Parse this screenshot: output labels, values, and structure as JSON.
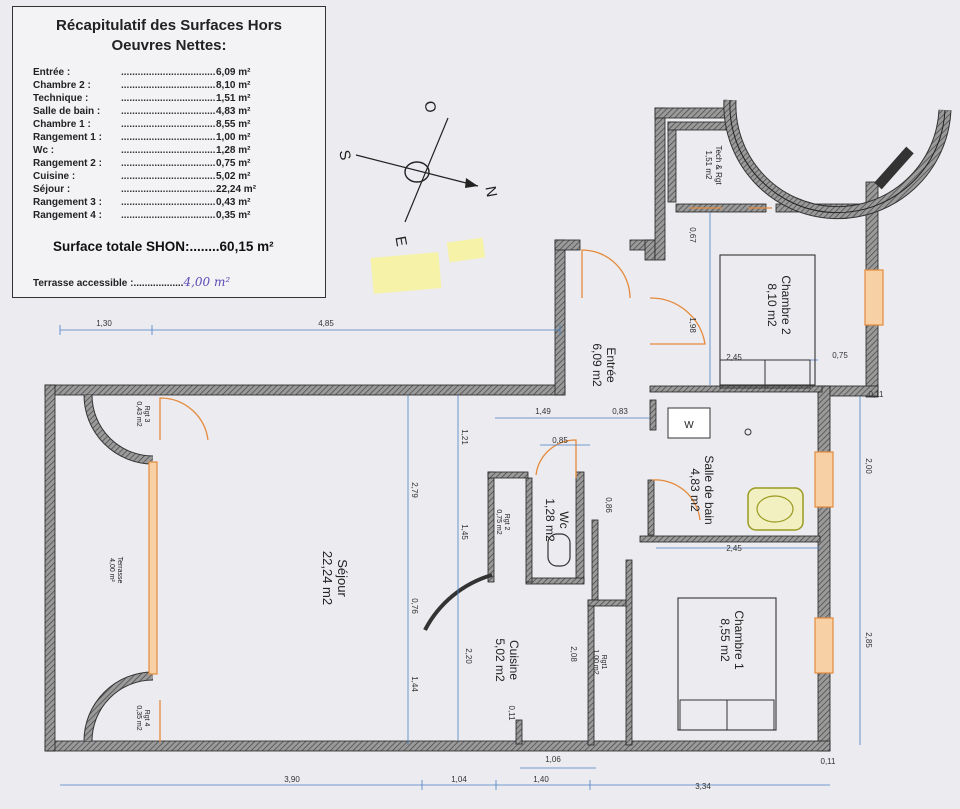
{
  "summary": {
    "title_line1": "Récapitulatif des Surfaces Hors",
    "title_line2": "Oeuvres Nettes:",
    "rows": [
      {
        "label": "Entrée :",
        "value": "6,09 m²"
      },
      {
        "label": "Chambre 2 :",
        "value": "8,10 m²"
      },
      {
        "label": "Technique :",
        "value": "1,51 m²"
      },
      {
        "label": "Salle de bain :",
        "value": "4,83 m²"
      },
      {
        "label": "Chambre 1 :",
        "value": "8,55 m²"
      },
      {
        "label": "Rangement 1 :",
        "value": "1,00 m²"
      },
      {
        "label": "Wc :",
        "value": "1,28 m²"
      },
      {
        "label": "Rangement 2 :",
        "value": "0,75 m²"
      },
      {
        "label": "Cuisine :",
        "value": "5,02 m²"
      },
      {
        "label": "Séjour :",
        "value": "22,24 m²"
      },
      {
        "label": "Rangement 3 :",
        "value": "0,43 m²"
      },
      {
        "label": "Rangement 4 :",
        "value": "0,35 m²"
      }
    ],
    "total_label": "Surface totale SHON:",
    "total_value": "60,15 m²",
    "terrace_label": "Terrasse accessible :",
    "terrace_value": "4,00 m²"
  },
  "compass": {
    "north": "N",
    "south": "S",
    "east": "E",
    "west": "O"
  },
  "rooms": {
    "entree": {
      "name": "Entrée",
      "area": "6,09 m2"
    },
    "chambre2": {
      "name": "Chambre 2",
      "area": "8,10 m2"
    },
    "tech": {
      "name": "Tech & Rgt",
      "area": "1,51 m2"
    },
    "sdb": {
      "name": "Salle de bain",
      "area": "4,83 m2"
    },
    "chambre1": {
      "name": "Chambre 1",
      "area": "8,55 m2"
    },
    "wc": {
      "name": "Wc",
      "area": "1,28 m2"
    },
    "rgt2": {
      "name": "Rgt 2",
      "area": "0,75 m2"
    },
    "rgt1": {
      "name": "Rgt1",
      "area": "1,00 m2"
    },
    "cuisine": {
      "name": "Cuisine",
      "area": "5,02 m2"
    },
    "sejour": {
      "name": "Séjour",
      "area": "22,24 m2"
    },
    "rgt3": {
      "name": "Rgt 3",
      "area": "0,43 m2"
    },
    "rgt4": {
      "name": "Rgt 4",
      "area": "0,35 m2"
    },
    "terrasse": {
      "name": "Terrasse",
      "area": "4,00 m²"
    }
  },
  "fixtures": {
    "w_label": "W"
  },
  "dimensions": {
    "top_left": "1,30",
    "top_mid": "4,85",
    "bottom_1": "3,90",
    "bottom_2": "1,04",
    "bottom_3": "1,40",
    "bottom_4": "3,34",
    "d_149": "1,49",
    "d_083": "0,83",
    "d_085": "0,85",
    "d_106": "1,06",
    "d_067": "0,67",
    "d_198": "1,98",
    "d_245a": "2,45",
    "d_075": "0,75",
    "d_011a": "0,11",
    "d_200": "2,00",
    "d_245b": "2,45",
    "d_285": "2,85",
    "d_011b": "0,11",
    "d_121": "1,21",
    "d_279": "2,79",
    "d_145": "1,45",
    "d_076": "0,76",
    "d_220": "2,20",
    "d_144": "1,44",
    "d_086": "0,86",
    "d_208": "2,08",
    "d_011c": "0,11"
  }
}
